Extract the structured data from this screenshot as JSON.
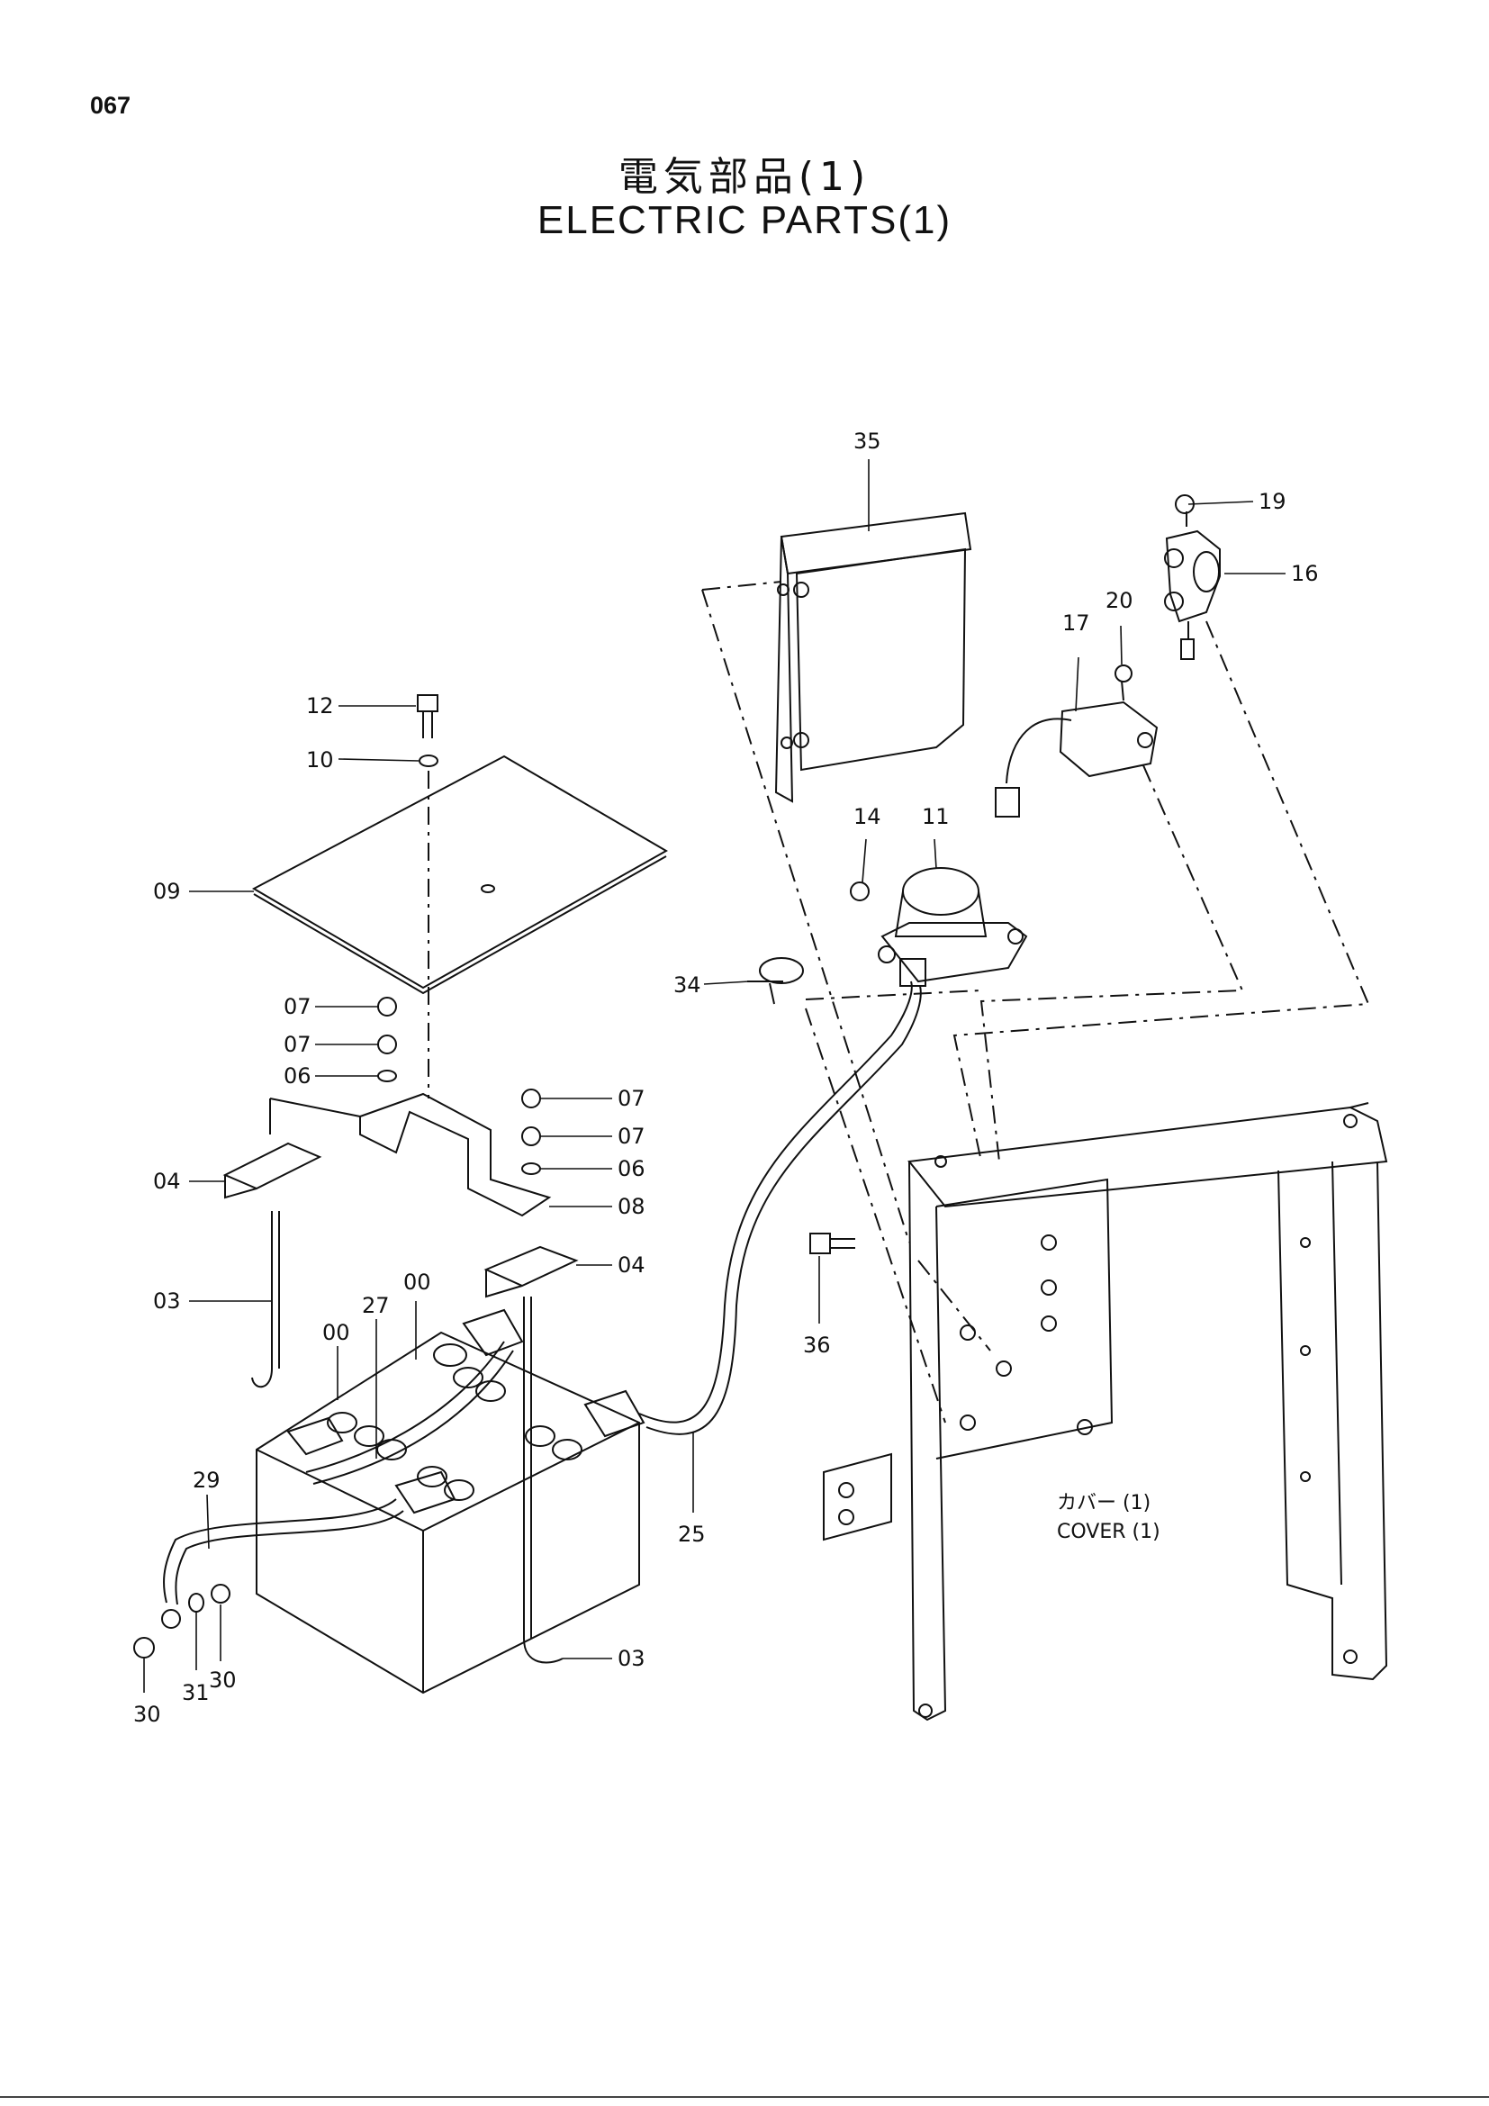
{
  "page": {
    "number": "067",
    "title_jp": "電気部品(1)",
    "title_en": "ELECTRIC PARTS(1)"
  },
  "callouts": [
    {
      "label": "35"
    },
    {
      "label": "19"
    },
    {
      "label": "16"
    },
    {
      "label": "17"
    },
    {
      "label": "20"
    },
    {
      "label": "12"
    },
    {
      "label": "10"
    },
    {
      "label": "09"
    },
    {
      "label": "14"
    },
    {
      "label": "11"
    },
    {
      "label": "34"
    },
    {
      "label": "07"
    },
    {
      "label": "07"
    },
    {
      "label": "06"
    },
    {
      "label": "07"
    },
    {
      "label": "07"
    },
    {
      "label": "06"
    },
    {
      "label": "04"
    },
    {
      "label": "08"
    },
    {
      "label": "04"
    },
    {
      "label": "03"
    },
    {
      "label": "00"
    },
    {
      "label": "27"
    },
    {
      "label": "00"
    },
    {
      "label": "36"
    },
    {
      "label": "29"
    },
    {
      "label": "25"
    },
    {
      "label": "03"
    },
    {
      "label": "30"
    },
    {
      "label": "31"
    },
    {
      "label": "30"
    }
  ],
  "cover_caption": {
    "jp": "カバー (1)",
    "en": "COVER (1)"
  }
}
